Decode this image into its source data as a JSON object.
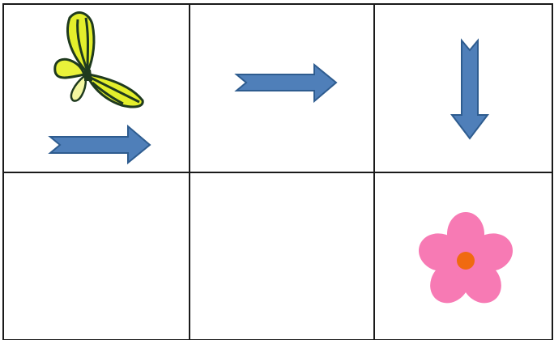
{
  "grid": {
    "rows": 2,
    "cols": 3,
    "line_color": "#1a1a1a"
  },
  "colors": {
    "arrow_fill": "#4f7fb9",
    "arrow_stroke": "#2e5c8f",
    "butterfly_wing": "#e4ef2c",
    "butterfly_wing_light": "#f3f7a0",
    "butterfly_vein": "#1f3a1e",
    "flower_petal": "#f77ab4",
    "flower_center": "#f06a10"
  },
  "cells": [
    {
      "row": 0,
      "col": 0,
      "items": [
        "butterfly-icon",
        "arrow-right-icon"
      ]
    },
    {
      "row": 0,
      "col": 1,
      "items": [
        "arrow-right-icon"
      ]
    },
    {
      "row": 0,
      "col": 2,
      "items": [
        "arrow-down-icon"
      ]
    },
    {
      "row": 1,
      "col": 0,
      "items": []
    },
    {
      "row": 1,
      "col": 1,
      "items": []
    },
    {
      "row": 1,
      "col": 2,
      "items": [
        "flower-icon"
      ]
    }
  ]
}
